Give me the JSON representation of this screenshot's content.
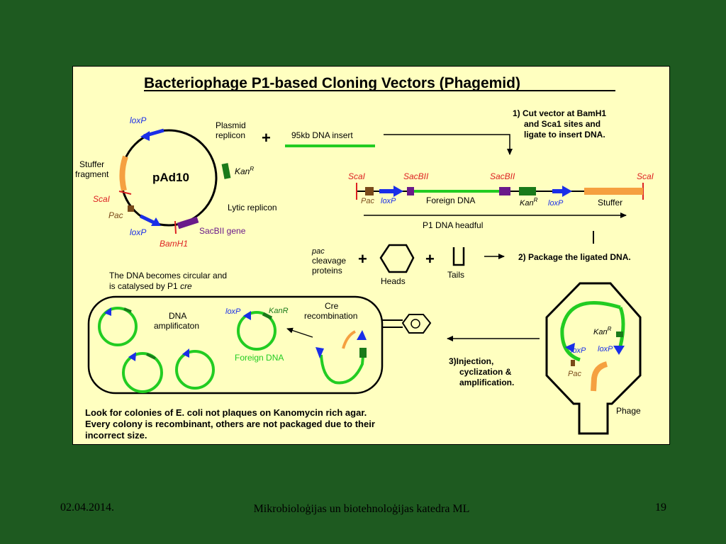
{
  "title": "Bacteriophage P1-based Cloning Vectors (Phagemid)",
  "plasmid": {
    "name": "pAd10",
    "loxp_top": "loxP",
    "plasmid_replicon": [
      "Plasmid",
      "replicon"
    ],
    "kan": "Kan",
    "kan_sup": "R",
    "stuffer": [
      "Stuffer",
      "fragment"
    ],
    "scai": "ScaI",
    "pac": "Pac",
    "loxp_bottom": "loxP",
    "bamh1": "BamH1",
    "sacbii_gene": "SacBII gene",
    "lytic": "Lytic replicon"
  },
  "insert": {
    "plus": "+",
    "label": "95kb DNA insert"
  },
  "steps": {
    "s1": [
      "1) Cut vector at BamH1",
      "and Sca1 sites and",
      "ligate to insert DNA."
    ],
    "s2": "2) Package the ligated DNA.",
    "s3": [
      "3)Injection,",
      "cyclization &",
      "amplification."
    ]
  },
  "linear_map": {
    "scai_left": "ScaI",
    "sacbii_left": "SacBII",
    "sacbii_right": "SacBII",
    "scai_right": "ScaI",
    "pac": "Pac",
    "loxp_left": "loxP",
    "foreign": "Foreign DNA",
    "kan": "Kan",
    "kan_sup": "R",
    "loxp_right": "loxP",
    "stuffer": "Stuffer",
    "headful": "P1 DNA headful"
  },
  "packaging": {
    "pac_proteins": [
      "pac",
      "cleavage",
      "proteins"
    ],
    "plus1": "+",
    "heads": "Heads",
    "plus2": "+",
    "tails": "Tails"
  },
  "circular_note": [
    "The DNA becomes circular and",
    "is catalysed by P1 "
  ],
  "circular_note_cre": "cre",
  "cell": {
    "dna_amp": [
      "DNA",
      "amplificaton"
    ],
    "loxp": "loxP",
    "kanr": "KanR",
    "foreign": "Foreign DNA",
    "cre": [
      "Cre",
      "recombination"
    ]
  },
  "phage": {
    "kan": "Kan",
    "kan_sup": "R",
    "loxp_left": "loxP",
    "loxp_right": "loxP",
    "pac": "Pac",
    "label": "Phage"
  },
  "bottom_note": [
    "Look for colonies of E. coli not plaques on Kanomycin rich agar.",
    "Every colony is recombinant, others are not packaged due to their",
    "incorrect size."
  ],
  "footer": {
    "date": "02.04.2014.",
    "title": "Mikrobioloģijas un biotehnoloģijas katedra ML",
    "page": "19"
  },
  "colors": {
    "background": "#1e5a20",
    "panel": "#ffffc0",
    "green_dna": "#22cc22",
    "blue_arrow": "#1a2ee8",
    "orange": "#f5a040",
    "red_label": "#dd2222",
    "purple": "#6a1a8a",
    "dark_green_gene": "#1a7a1a",
    "brown_pac": "#7a4a1a"
  }
}
